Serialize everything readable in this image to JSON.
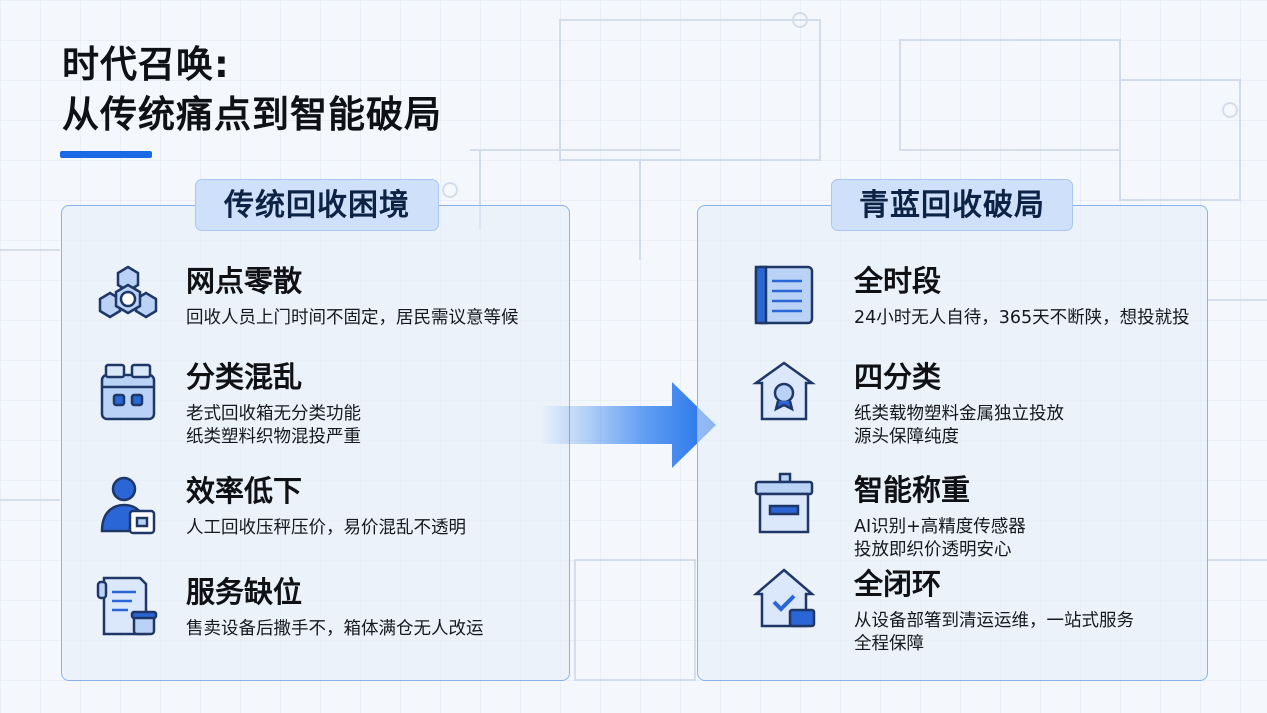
{
  "title": {
    "line1": "时代召唤:",
    "line2": "从传统痛点到智能破局"
  },
  "left_panel": {
    "tag": "传统回收困境",
    "items": [
      {
        "heading": "网点零散",
        "lines": [
          "回收人员上门时间不固定，居民需议意等候"
        ],
        "icon": "gear-network-icon"
      },
      {
        "heading": "分类混乱",
        "lines": [
          "老式回收箱无分类功能",
          "纸类塑料织物混投严重"
        ],
        "icon": "bin-icon"
      },
      {
        "heading": "效率低下",
        "lines": [
          "人工回收压秤压价，易价混乱不透明"
        ],
        "icon": "worker-icon"
      },
      {
        "heading": "服务缺位",
        "lines": [
          "售卖设备后撒手不，箱体满仓无人改运"
        ],
        "icon": "document-icon"
      }
    ]
  },
  "right_panel": {
    "tag": "青蓝回收破局",
    "items": [
      {
        "heading": "全时段",
        "lines": [
          "24小时无人自待，365天不断陕，想投就投"
        ],
        "icon": "list-screen-icon"
      },
      {
        "heading": "四分类",
        "lines": [
          "纸类载物塑料金属独立投放",
          "源头保障纯度"
        ],
        "icon": "sort-house-icon"
      },
      {
        "heading": "智能称重",
        "lines": [
          "AI识别+高精度传感器",
          "投放即织价透明安心"
        ],
        "icon": "smart-box-icon"
      },
      {
        "heading": "全闭环",
        "lines": [
          "从设备部箸到清运运维，一站式服务",
          "全程保障"
        ],
        "icon": "home-check-icon"
      }
    ]
  },
  "colors": {
    "accent": "#1a6ae6",
    "icon_fill": "#b9d2f5",
    "icon_stroke": "#1f3766",
    "tag_bg": "#cfe1fa"
  }
}
